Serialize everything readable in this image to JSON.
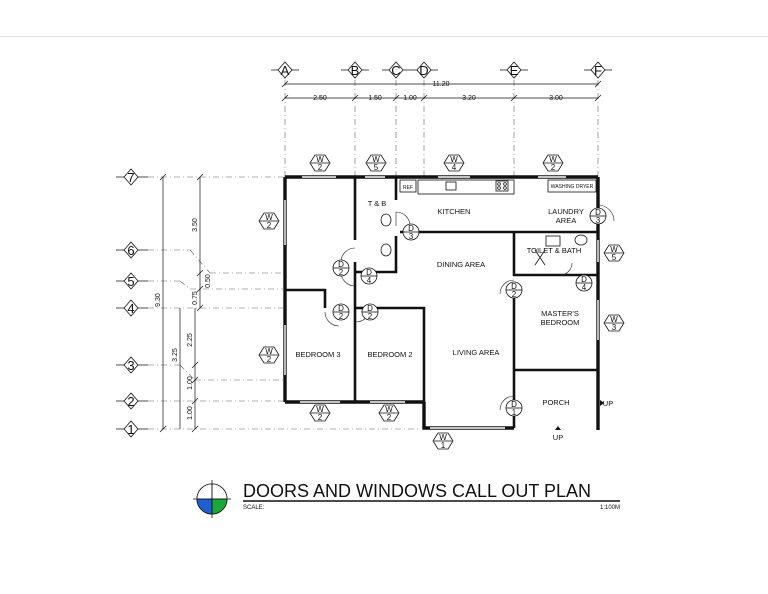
{
  "title": "DOORS AND WINDOWS CALL OUT PLAN",
  "scale_label": "SCALE:",
  "scale_value": "1:100M",
  "grid_columns": [
    "A",
    "B",
    "C",
    "D",
    "E",
    "F"
  ],
  "grid_rows": [
    "7",
    "6",
    "5",
    "4",
    "3",
    "2",
    "1"
  ],
  "top_dimensions": {
    "overall": "11.20",
    "segments": [
      "2.50",
      "1.50",
      "1.00",
      "3.20",
      "3.00"
    ]
  },
  "left_dimensions": {
    "overall": "9.30",
    "upper": [
      "3.50",
      "0.50",
      "0.75"
    ],
    "lower": [
      "3.25",
      "2.25",
      "1.00",
      "1.00"
    ]
  },
  "rooms": {
    "t_and_b": "T & B",
    "kitchen": "KITCHEN",
    "laundry_1": "LAUNDRY",
    "laundry_2": "AREA",
    "washing_dryer": "WASHING DRYER",
    "ref": "REF",
    "dining": "DINING AREA",
    "toilet_bath": "TOILET & BATH",
    "masters_1": "MASTER'S",
    "masters_2": "BEDROOM",
    "bedroom3": "BEDROOM 3",
    "bedroom2": "BEDROOM 2",
    "living": "LIVING AREA",
    "porch": "PORCH",
    "up_side": "UP",
    "up_bottom": "UP"
  },
  "tags": {
    "w_letter": "W",
    "d_letter": "D",
    "w2": "2",
    "w5": "5",
    "w4": "4",
    "w3": "3",
    "w1": "1",
    "d3": "3",
    "d2": "2",
    "d4": "4",
    "d1": "1"
  },
  "colors": {
    "logo_blue": "#1f5fd0",
    "logo_green": "#1aa83a",
    "wall": "#111111"
  }
}
